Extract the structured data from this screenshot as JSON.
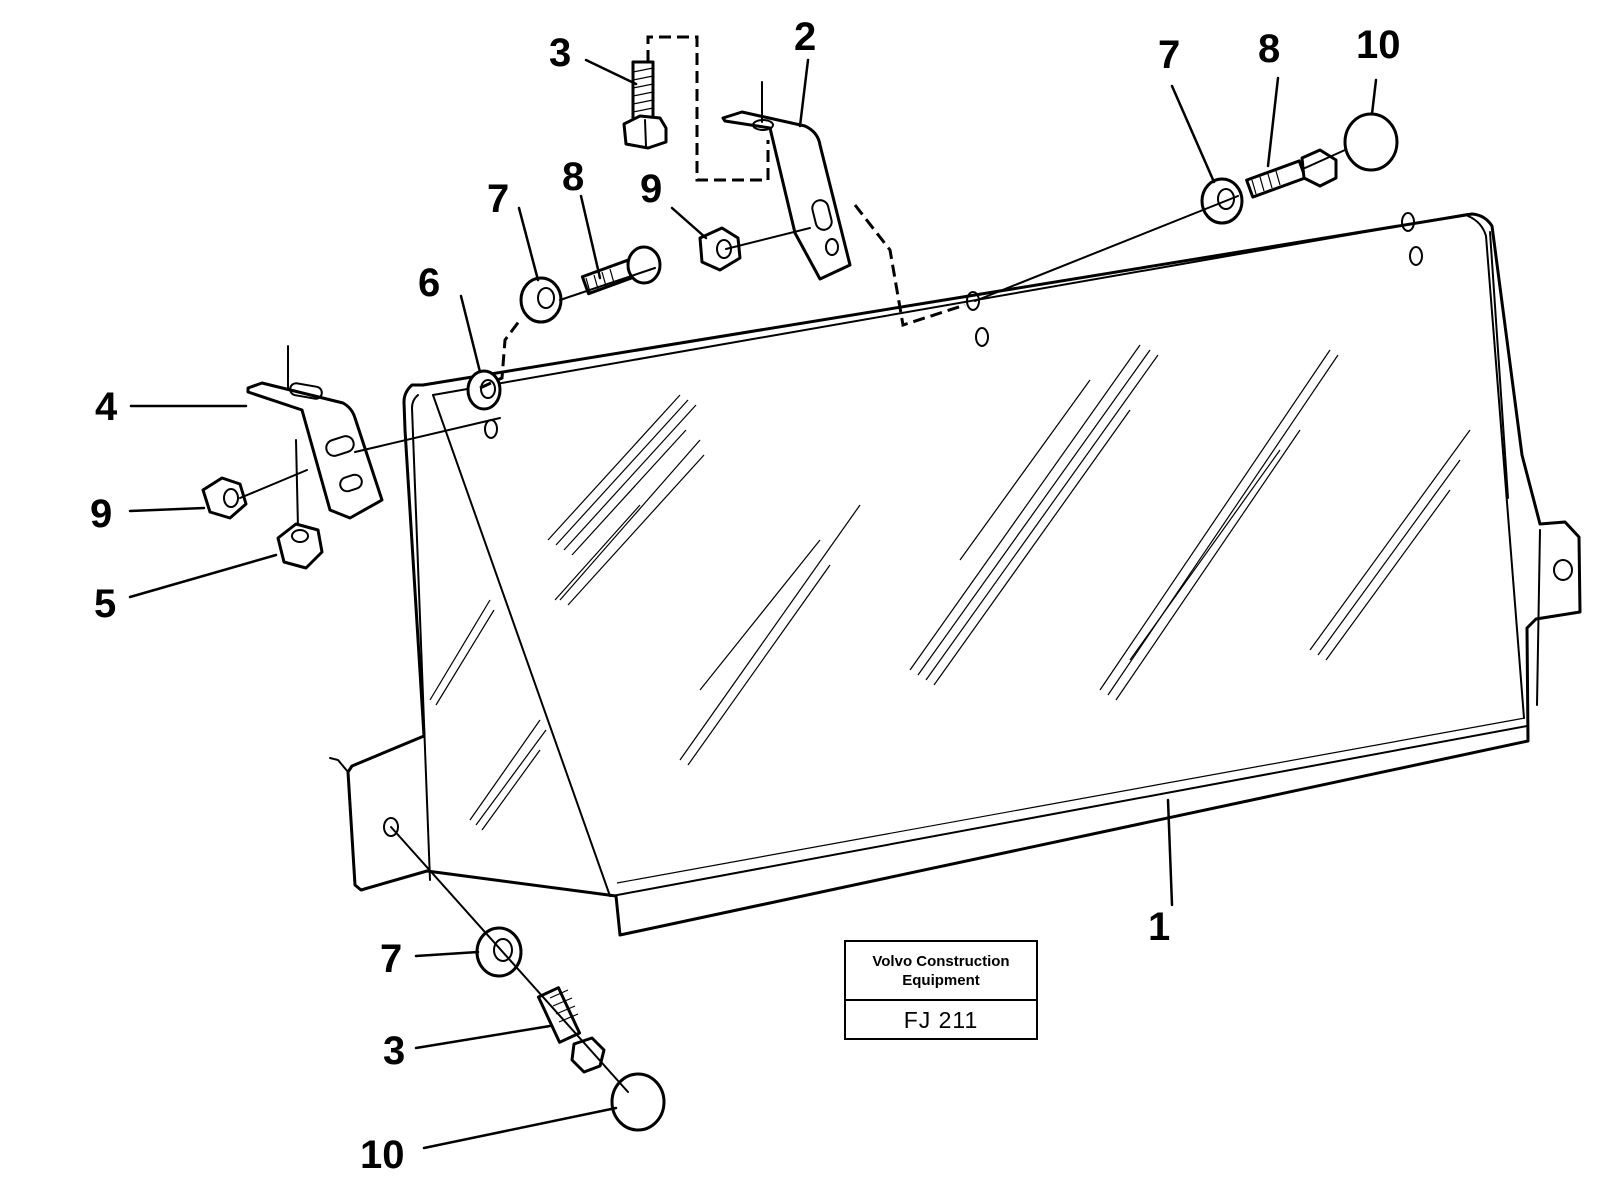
{
  "callouts": {
    "c1": "1",
    "c2": "2",
    "c3_top": "3",
    "c3_bottom": "3",
    "c4": "4",
    "c5": "5",
    "c6": "6",
    "c7_left": "7",
    "c7_right": "7",
    "c7_bottom": "7",
    "c8_left": "8",
    "c8_right": "8",
    "c9_left": "9",
    "c9_center": "9",
    "c10_right": "10",
    "c10_bottom": "10"
  },
  "title_block": {
    "company_line1": "Volvo Construction",
    "company_line2": "Equipment",
    "drawing_code": "FJ 211"
  }
}
